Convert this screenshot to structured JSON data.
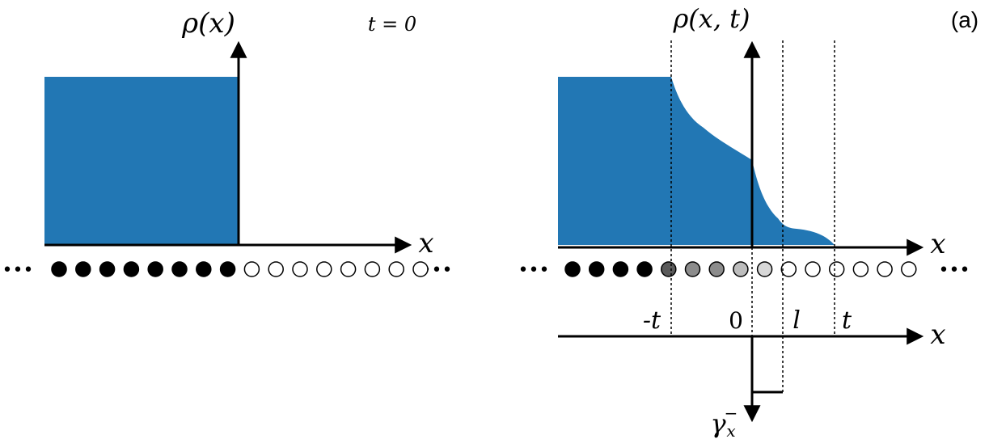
{
  "colors": {
    "fill": "#2277b4",
    "filled_site": "#000000",
    "empty_site": "#ffffff",
    "gray_dark": "#5a5a5a",
    "gray_mid": "#8c8c8c",
    "gray_light": "#bdbdbd",
    "gray_lighter": "#d8d8d8"
  },
  "left_panel": {
    "ylabel": "ρ(x)",
    "time_label": "t = 0",
    "xlabel": "x",
    "ellipsis_left": "•••",
    "ellipsis_right": "•••",
    "sites": [
      "filled",
      "filled",
      "filled",
      "filled",
      "filled",
      "filled",
      "filled",
      "filled",
      "empty",
      "empty",
      "empty",
      "empty",
      "empty",
      "empty",
      "empty",
      "empty"
    ]
  },
  "right_panel": {
    "panel_label": "(a)",
    "ylabel": "ρ(x, t)",
    "xlabel": "x",
    "ellipsis_left": "•••",
    "ellipsis_right": "•••",
    "sites": [
      "filled",
      "filled",
      "filled",
      "filled",
      "gray_dark",
      "gray_mid",
      "gray_mid",
      "gray_light",
      "gray_lighter",
      "empty",
      "empty",
      "empty",
      "empty",
      "empty",
      "empty"
    ]
  },
  "bottom_axis": {
    "xlabel": "x",
    "tick_minus_t": "-t",
    "tick_zero": "0",
    "tick_l": "l",
    "tick_t": "t",
    "gamma_label": "γ",
    "gamma_sup": "−",
    "gamma_sub": "x"
  }
}
